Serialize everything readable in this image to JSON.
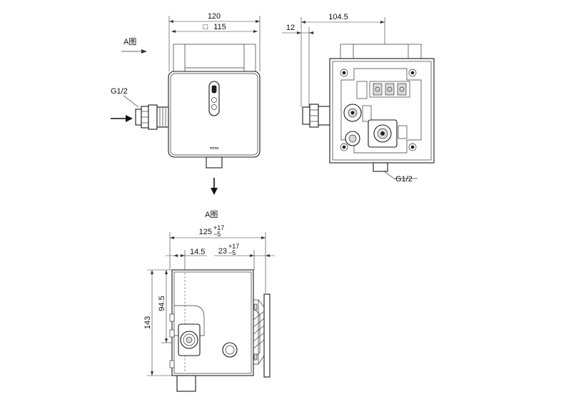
{
  "views": {
    "front": {
      "view_marker": "A图",
      "dim_width": "120",
      "dim_inner_prefix": "□",
      "dim_inner": "115",
      "inlet_label": "G1/2",
      "brand": "TOTO"
    },
    "side": {
      "dim_total": "104.5",
      "dim_offset": "12",
      "outlet_label": "G1/2"
    },
    "bottom": {
      "view_title": "A图",
      "dim_width_base": "125",
      "dim_width_tol_plus": "+17",
      "dim_width_tol_minus": "−5",
      "dim_offset": "14.5",
      "dim_depth_base": "23",
      "dim_depth_tol_plus": "+17",
      "dim_depth_tol_minus": "−5",
      "dim_height": "143",
      "dim_inner_height": "94.5"
    }
  }
}
